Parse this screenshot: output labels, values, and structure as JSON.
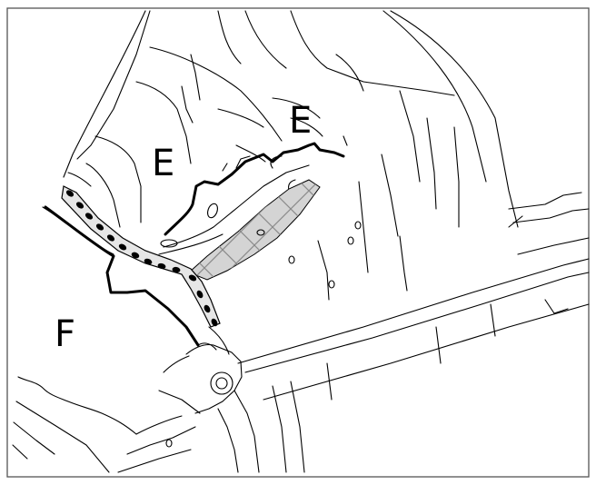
{
  "labels": {
    "e_left": "E",
    "e_right": "E",
    "f": "F"
  },
  "colors": {
    "line": "#000000",
    "seam_fill": "#d4d4d4",
    "hatch": "#8a8a8a",
    "frame": "#555555"
  }
}
